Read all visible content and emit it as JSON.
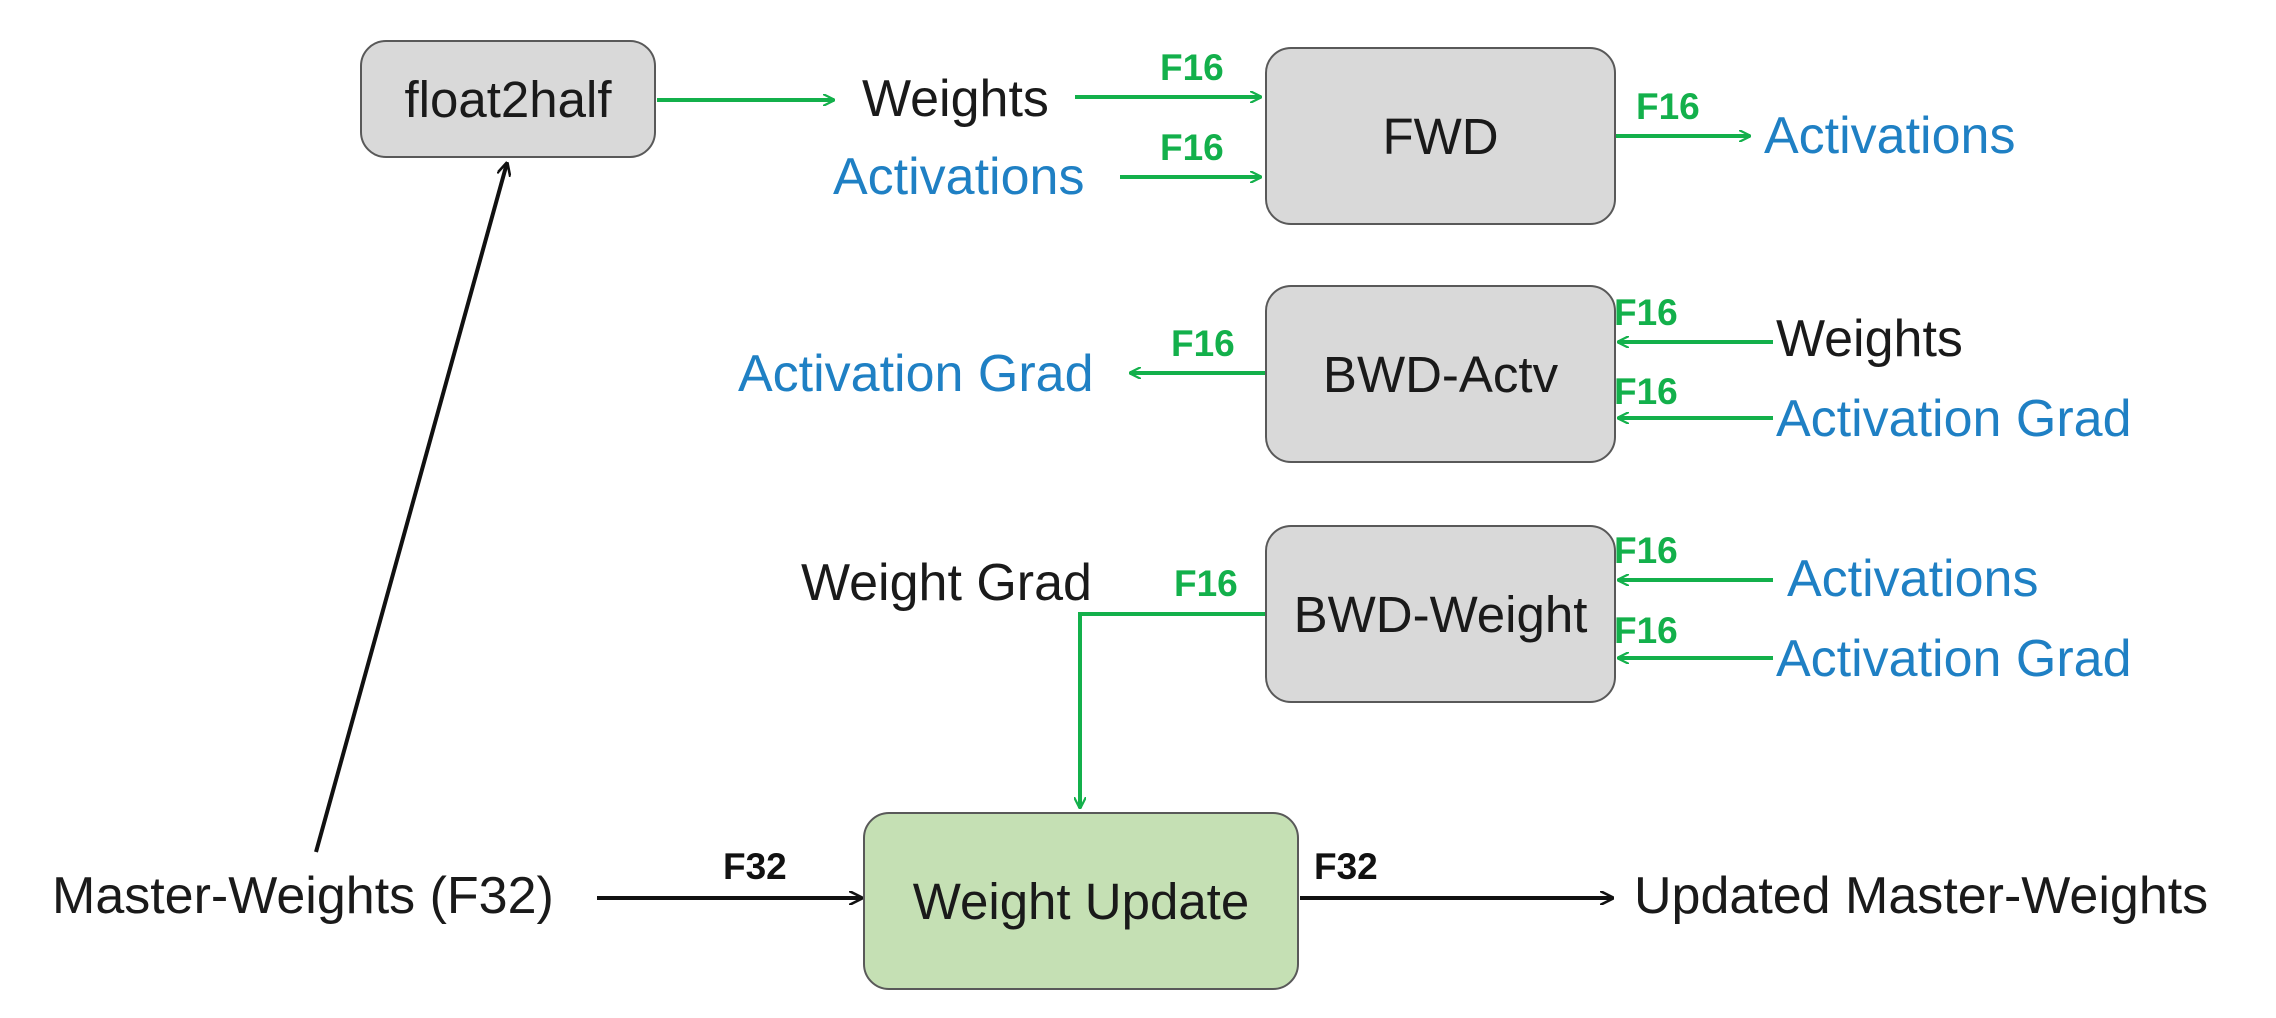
{
  "colors": {
    "green": "#13b04b",
    "blue": "#1f80c4",
    "black": "#1a1a1a",
    "box_gray": "#d9d9d9",
    "box_green": "#c5e0b4"
  },
  "boxes": {
    "float2half": "float2half",
    "fwd": "FWD",
    "bwd_actv": "BWD-Actv",
    "bwd_weight": "BWD-Weight",
    "weight_update": "Weight Update"
  },
  "labels": {
    "fwd_in_weights": "Weights",
    "fwd_in_activations": "Activations",
    "fwd_out_activations": "Activations",
    "bwd_actv_out_grad": "Activation Grad",
    "bwd_actv_in_weights": "Weights",
    "bwd_actv_in_grad": "Activation Grad",
    "bwd_weight_out_grad": "Weight Grad",
    "bwd_weight_in_activations": "Activations",
    "bwd_weight_in_grad": "Activation Grad",
    "master_weights": "Master-Weights (F32)",
    "updated_master_weights": "Updated Master-Weights"
  },
  "tags": {
    "f16_fwd_weights": "F16",
    "f16_fwd_activations": "F16",
    "f16_fwd_out": "F16",
    "f16_bwd_actv_out": "F16",
    "f16_bwd_actv_weights": "F16",
    "f16_bwd_actv_grad": "F16",
    "f16_bwd_weight_out": "F16",
    "f16_bwd_weight_activations": "F16",
    "f16_bwd_weight_grad": "F16",
    "f32_in": "F32",
    "f32_out": "F32"
  }
}
